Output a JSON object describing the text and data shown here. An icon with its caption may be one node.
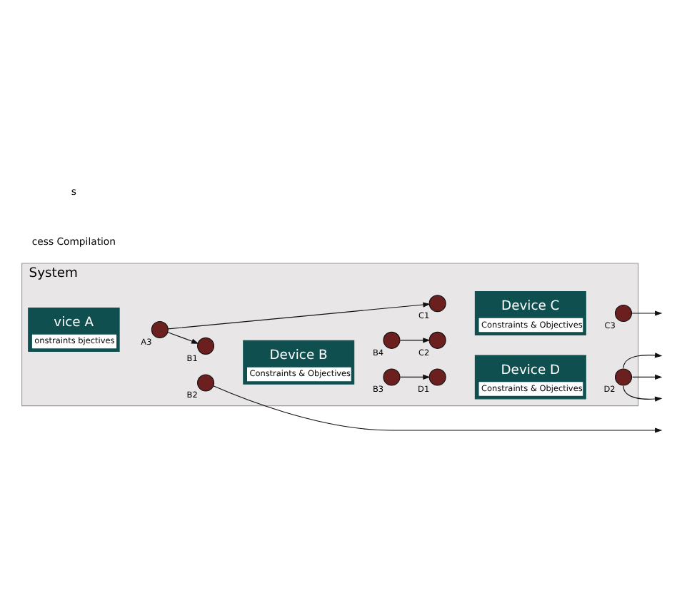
{
  "diagram": {
    "nodes": [
      {
        "text": [
          "System"
        ]
      },
      {
        "text": [
          "vice A",
          "onstraints bjectives"
        ],
        "in": 0
      },
      {
        "text": [
          "Device B",
          "Constraints & Objectives"
        ],
        "in": 0
      },
      {
        "text": [
          "Device C",
          "Constraints & Objectives"
        ],
        "in": 0
      },
      {
        "text": [
          "Device D",
          "Constraints & Objectives"
        ],
        "in": 0
      },
      {
        "text": [],
        "shape": "circle",
        "beside": [
          "A3"
        ],
        "in": 0
      },
      {
        "text": [],
        "shape": "circle",
        "beside": [
          "B1"
        ],
        "in": 0
      },
      {
        "text": [],
        "shape": "circle",
        "beside": [
          "B2"
        ],
        "in": 0
      },
      {
        "text": [],
        "shape": "circle",
        "beside": [
          "B3"
        ],
        "in": 0
      },
      {
        "text": [],
        "shape": "circle",
        "beside": [
          "B4"
        ],
        "in": 0
      },
      {
        "text": [],
        "shape": "circle",
        "beside": [
          "C1"
        ],
        "in": 0
      },
      {
        "text": [],
        "shape": "circle",
        "beside": [
          "C2"
        ],
        "in": 0
      },
      {
        "text": [],
        "shape": "circle",
        "beside": [
          "C3"
        ],
        "in": 0
      },
      {
        "text": [],
        "shape": "circle",
        "beside": [
          "D1"
        ],
        "in": 0
      },
      {
        "text": [],
        "shape": "circle",
        "beside": [
          "D2"
        ],
        "in": 0
      }
    ],
    "edges": [
      {
        "from": 5,
        "to": 6,
        "arrow": "to"
      },
      {
        "from": 5,
        "to": 10,
        "arrow": "to"
      },
      {
        "from": 7,
        "to": null,
        "arrow": "to"
      },
      {
        "from": 8,
        "to": 13,
        "arrow": "to"
      },
      {
        "from": 9,
        "to": 11,
        "arrow": "to"
      },
      {
        "from": 14,
        "to": null,
        "arrow": "to"
      },
      {
        "from": 14,
        "to": null,
        "arrow": "to"
      },
      {
        "from": 14,
        "to": null,
        "arrow": "to"
      },
      {
        "from": 12,
        "to": null,
        "arrow": "to"
      }
    ],
    "labels": [
      "cess Compilation",
      "s"
    ]
  }
}
